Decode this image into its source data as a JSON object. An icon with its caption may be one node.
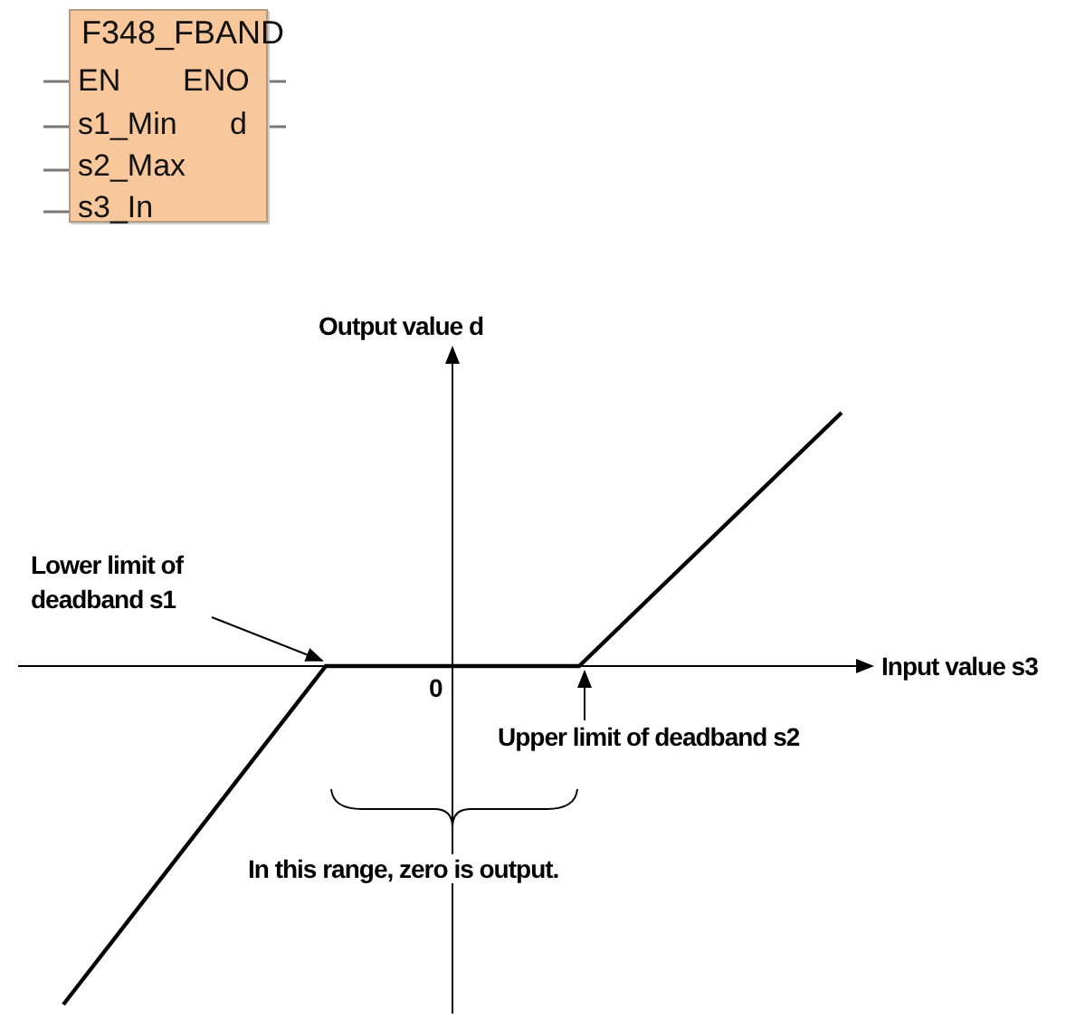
{
  "diagram": {
    "nodes": [
      {
        "text": [
          "F348_FBAND",
          "EN",
          "ENO",
          "s1_Min",
          "d",
          "s2_Max",
          "s3_In"
        ]
      },
      {
        "text": [
          "Lower limit of deadband s1"
        ]
      },
      {
        "text": [
          "Upper limit of deadband s2"
        ]
      }
    ],
    "edges": [
      {
        "from": 1,
        "to": null,
        "arrow": "to"
      },
      {
        "from": 2,
        "to": null,
        "arrow": "to"
      }
    ],
    "labels": [
      "Output value d",
      "Input value s3",
      "0",
      "In this range, zero is output."
    ]
  }
}
